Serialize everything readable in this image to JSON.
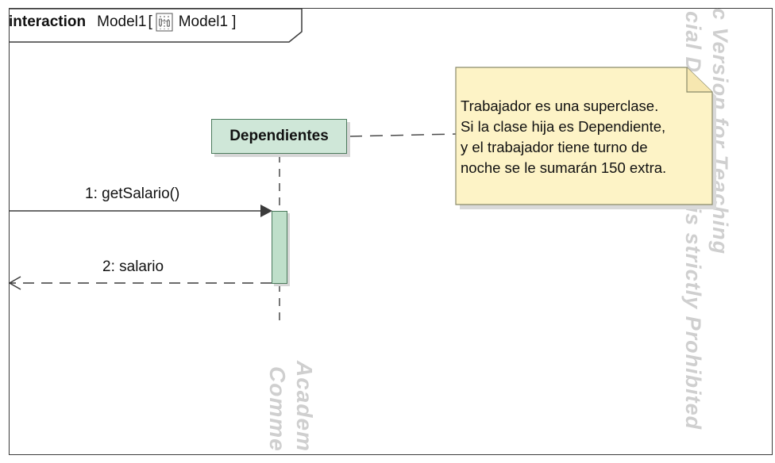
{
  "frame": {
    "keyword": "interaction",
    "name": "Model1",
    "open_bracket": "[",
    "ref_name": "Model1",
    "close_bracket": "]"
  },
  "lifeline": {
    "name": "Dependientes"
  },
  "messages": [
    {
      "label": "1: getSalario()"
    },
    {
      "label": "2: salario"
    }
  ],
  "note": {
    "lines": [
      "Trabajador es una superclase.",
      "Si la clase hija es Dependiente,",
      "y el trabajador tiene turno de",
      "noche se le sumarán 150 extra."
    ]
  },
  "watermarks": [
    "Academ",
    "Comme",
    "c Version for Teaching",
    "cial Development is strictly Prohibited"
  ],
  "colors": {
    "lifeline_fill": "#cfe7d8",
    "activation_fill": "#bfdfca",
    "note_fill": "#fdf3c6",
    "border": "#3b3b3b"
  }
}
